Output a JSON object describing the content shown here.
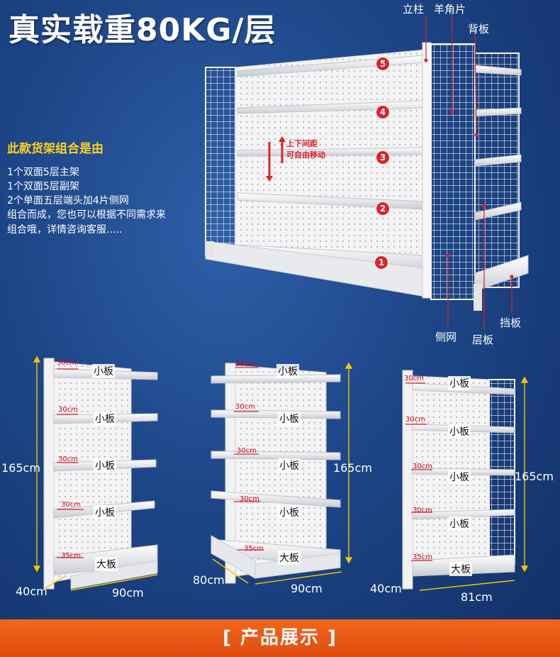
{
  "headline": "真实载重80KG/层",
  "combo": {
    "title": "此款货架组合是由",
    "lines": [
      "1个双面5层主架",
      "1个双面5层副架",
      "2个单面五层端头加4片侧网",
      "组合而成，您也可以根据不同需求来",
      "组合哦，详情咨询客服....."
    ]
  },
  "callouts": {
    "pillar": "立柱",
    "horn": "羊角片",
    "backboard": "背板",
    "sidenet": "侧网",
    "layer": "层板",
    "baffle": "挡板"
  },
  "move_note": [
    "上下间距",
    "可自由移动"
  ],
  "badges": [
    "5",
    "4",
    "3",
    "2",
    "1"
  ],
  "shelf1": {
    "height": "165cm",
    "depth": "40cm",
    "width": "90cm",
    "labels": [
      "小板",
      "小板",
      "小板",
      "小板",
      "大板"
    ],
    "sizes": [
      "30cm",
      "30cm",
      "30cm",
      "30cm",
      "35cm"
    ]
  },
  "shelf2": {
    "height": "165cm",
    "depth": "80cm",
    "width": "90cm",
    "labels": [
      "小板",
      "小板",
      "小板",
      "小板",
      "大板"
    ],
    "sizes": [
      "30cm",
      "30cm",
      "30cm",
      "30cm",
      "35cm"
    ]
  },
  "shelf3": {
    "height": "165cm",
    "depth": "40cm",
    "width": "81cm",
    "labels": [
      "小板",
      "小板",
      "小板",
      "小板",
      "大板"
    ],
    "sizes": [
      "30cm",
      "30cm",
      "30cm",
      "30cm",
      "35cm"
    ]
  },
  "footer": "[ 产品展示 ]",
  "colors": {
    "accent": "#e0202a",
    "footer": "#e85a17",
    "highlight": "#ffd21f"
  }
}
